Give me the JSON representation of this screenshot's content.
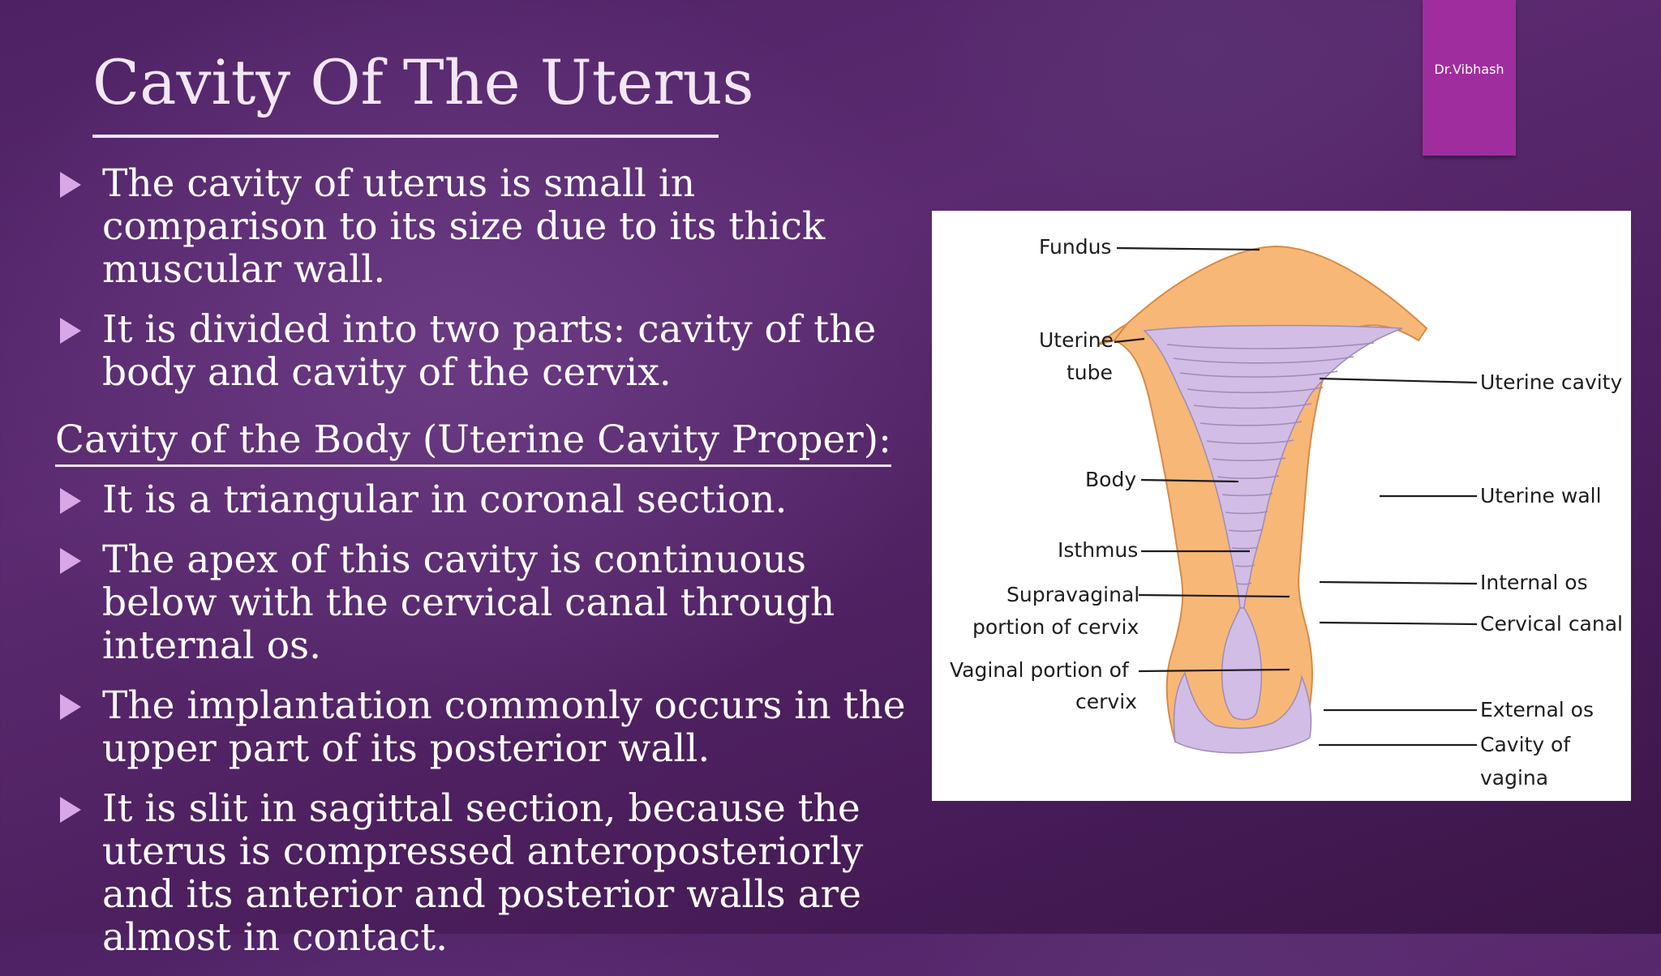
{
  "slide": {
    "title": "Cavity Of The Uterus",
    "author": "Dr.Vibhash"
  },
  "content": {
    "intro_bullets": [
      "The cavity of uterus is small in comparison to its size due to its thick muscular wall.",
      "It is divided into two parts: cavity of the body and cavity of the cervix."
    ],
    "subheading": "Cavity of the Body (Uterine Cavity Proper):",
    "body_bullets": [
      "It is a triangular in coronal section.",
      "The apex of this cavity is continuous below with the cervical canal through internal os.",
      "The implantation commonly occurs in the upper part of its posterior wall.",
      "It is slit in sagittal section, because the uterus is compressed anteroposteriorly and its anterior and posterior walls are almost in contact."
    ]
  },
  "diagram": {
    "labels": {
      "fundus": "Fundus",
      "uterine_tube_1": "Uterine",
      "uterine_tube_2": "tube",
      "body": "Body",
      "isthmus": "Isthmus",
      "supravaginal_1": "Supravaginal",
      "supravaginal_2": "portion of cervix",
      "vaginal_portion_1": "Vaginal portion of",
      "vaginal_portion_2": "cervix",
      "uterine_cavity": "Uterine cavity",
      "uterine_wall": "Uterine wall",
      "internal_os": "Internal os",
      "cervical_canal": "Cervical canal",
      "external_os": "External os",
      "cavity_of_vagina_1": "Cavity of",
      "cavity_of_vagina_2": "vagina"
    },
    "colors": {
      "wall": "#f7b777",
      "wall_edge": "#d98a45",
      "cavity": "#d2bde6",
      "cavity_lines": "#9f8bb7"
    }
  },
  "theme": {
    "background": "#55276b",
    "accent_tab": "#a02d9e",
    "bullet": "#d9a7e6"
  }
}
